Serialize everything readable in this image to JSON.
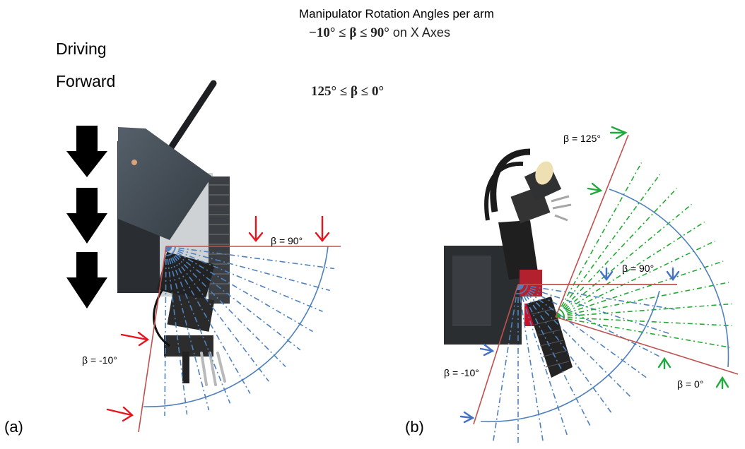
{
  "title": "Manipulator Rotation Angles per arm",
  "equations": {
    "x_axis_range": "−10° ≤ β ≤ 90°",
    "x_axis_suffix": " on X Axes",
    "second_range": "125° ≤ β ≤  0°"
  },
  "driving": {
    "line1": "Driving",
    "line2": "Forward",
    "arrow_icon": "down-arrow-icon",
    "arrow_count": 3
  },
  "panel_a": {
    "label": "(a)",
    "angle_labels": {
      "max": "β = 90°",
      "min": "β = -10°"
    },
    "range_deg": [
      -10,
      90
    ],
    "marker_color": "#e8141c"
  },
  "panel_b": {
    "label": "(b)",
    "angle_labels": {
      "max_outer": "β = 125°",
      "x90": "β = 90°",
      "min": "β = -10°",
      "zero": "β = 0°"
    },
    "range_x_deg": [
      -10,
      90
    ],
    "range_second_deg": [
      0,
      125
    ],
    "marker_colors": {
      "blue": "#4472c4",
      "green": "#1faa3c"
    }
  },
  "colors": {
    "boundary_line": "#c0504d",
    "arc_blue": "#4f81bd",
    "dash_blue": "#4f81bd",
    "dash_green": "#22aa33",
    "arrow_red": "#e8141c",
    "robot_dark": "#3a4148"
  }
}
